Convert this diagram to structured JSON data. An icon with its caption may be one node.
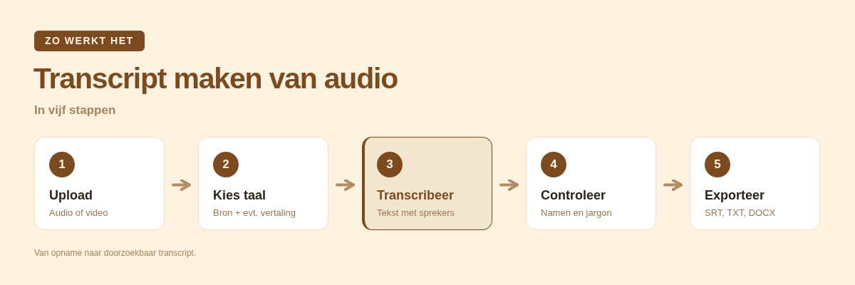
{
  "diagram": {
    "title": "Transcript maken van audio",
    "caption": "Van opname naar doorzoekbaar transcript.",
    "nodes": [
      {
        "text": [
          "1",
          "Upload",
          "Audio of video"
        ]
      },
      {
        "text": [
          "2",
          "Kies taal",
          "Bron + evt. vertaling"
        ]
      },
      {
        "text": [
          "3",
          "Transcribeer",
          "Tekst met sprekers"
        ]
      },
      {
        "text": [
          "4",
          "Controleer",
          "Namen en jargon"
        ]
      },
      {
        "text": [
          "5",
          "Exporteer",
          "SRT, TXT, DOCX"
        ]
      }
    ],
    "edges": [
      {
        "from": 0,
        "to": 1,
        "arrow": "to"
      },
      {
        "from": 1,
        "to": 2,
        "arrow": "to"
      },
      {
        "from": 2,
        "to": 3,
        "arrow": "to"
      },
      {
        "from": 3,
        "to": 4,
        "arrow": "to"
      }
    ],
    "labels": [
      "ZO WERKT HET",
      "In vijf stappen"
    ]
  }
}
